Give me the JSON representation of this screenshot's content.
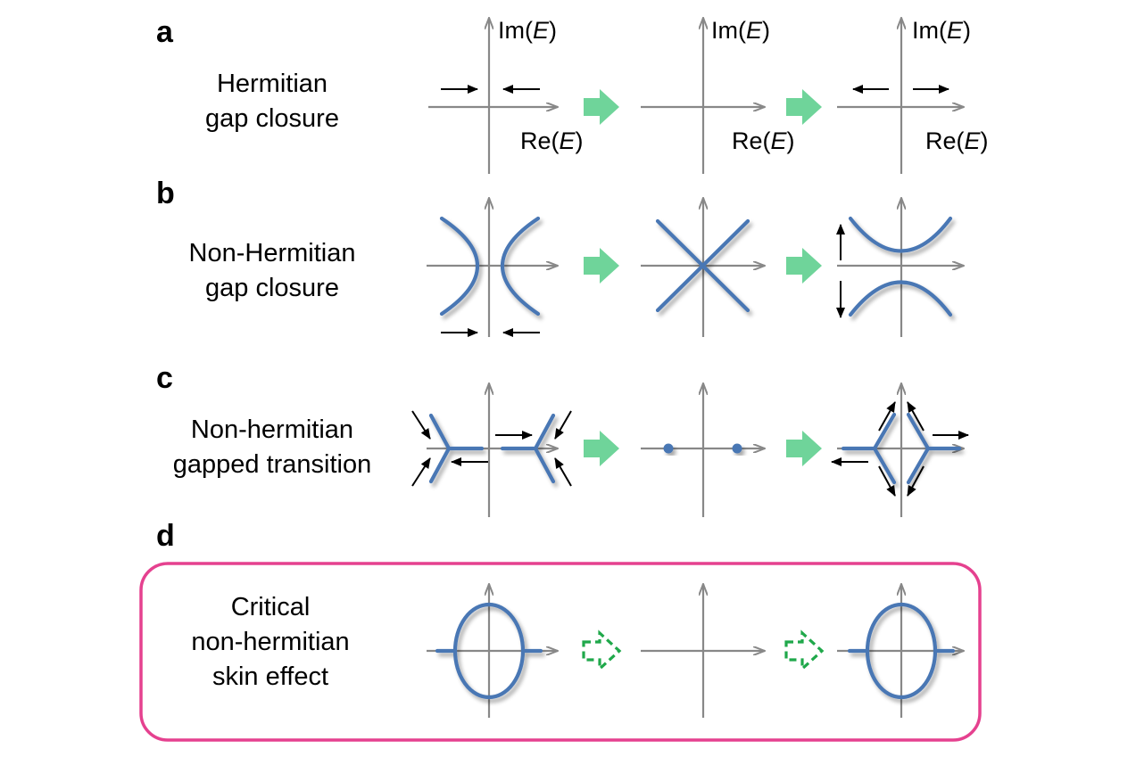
{
  "colors": {
    "band": "#4a77b4",
    "axis": "#888888",
    "solid_arrow": "#6fd49a",
    "dashed_arrow": "#1fa84a",
    "highlight_box": "#e5418f"
  },
  "panels": [
    {
      "id": "a",
      "label": "a",
      "title_lines": [
        "Hermitian",
        "gap closure"
      ],
      "axis_labels": {
        "im": "Im(",
        "re": "Re(",
        "var": "E",
        "close": ")"
      }
    },
    {
      "id": "b",
      "label": "b",
      "title_lines": [
        "Non-Hermitian",
        "gap closure"
      ]
    },
    {
      "id": "c",
      "label": "c",
      "title_lines": [
        "Non-hermitian",
        "gapped transition"
      ]
    },
    {
      "id": "d",
      "label": "d",
      "title_lines": [
        "Critical",
        "non-hermitian",
        "skin effect"
      ]
    }
  ],
  "transition_arrows": {
    "solid": "solid-green-arrow",
    "dashed": "dashed-green-arrow"
  }
}
